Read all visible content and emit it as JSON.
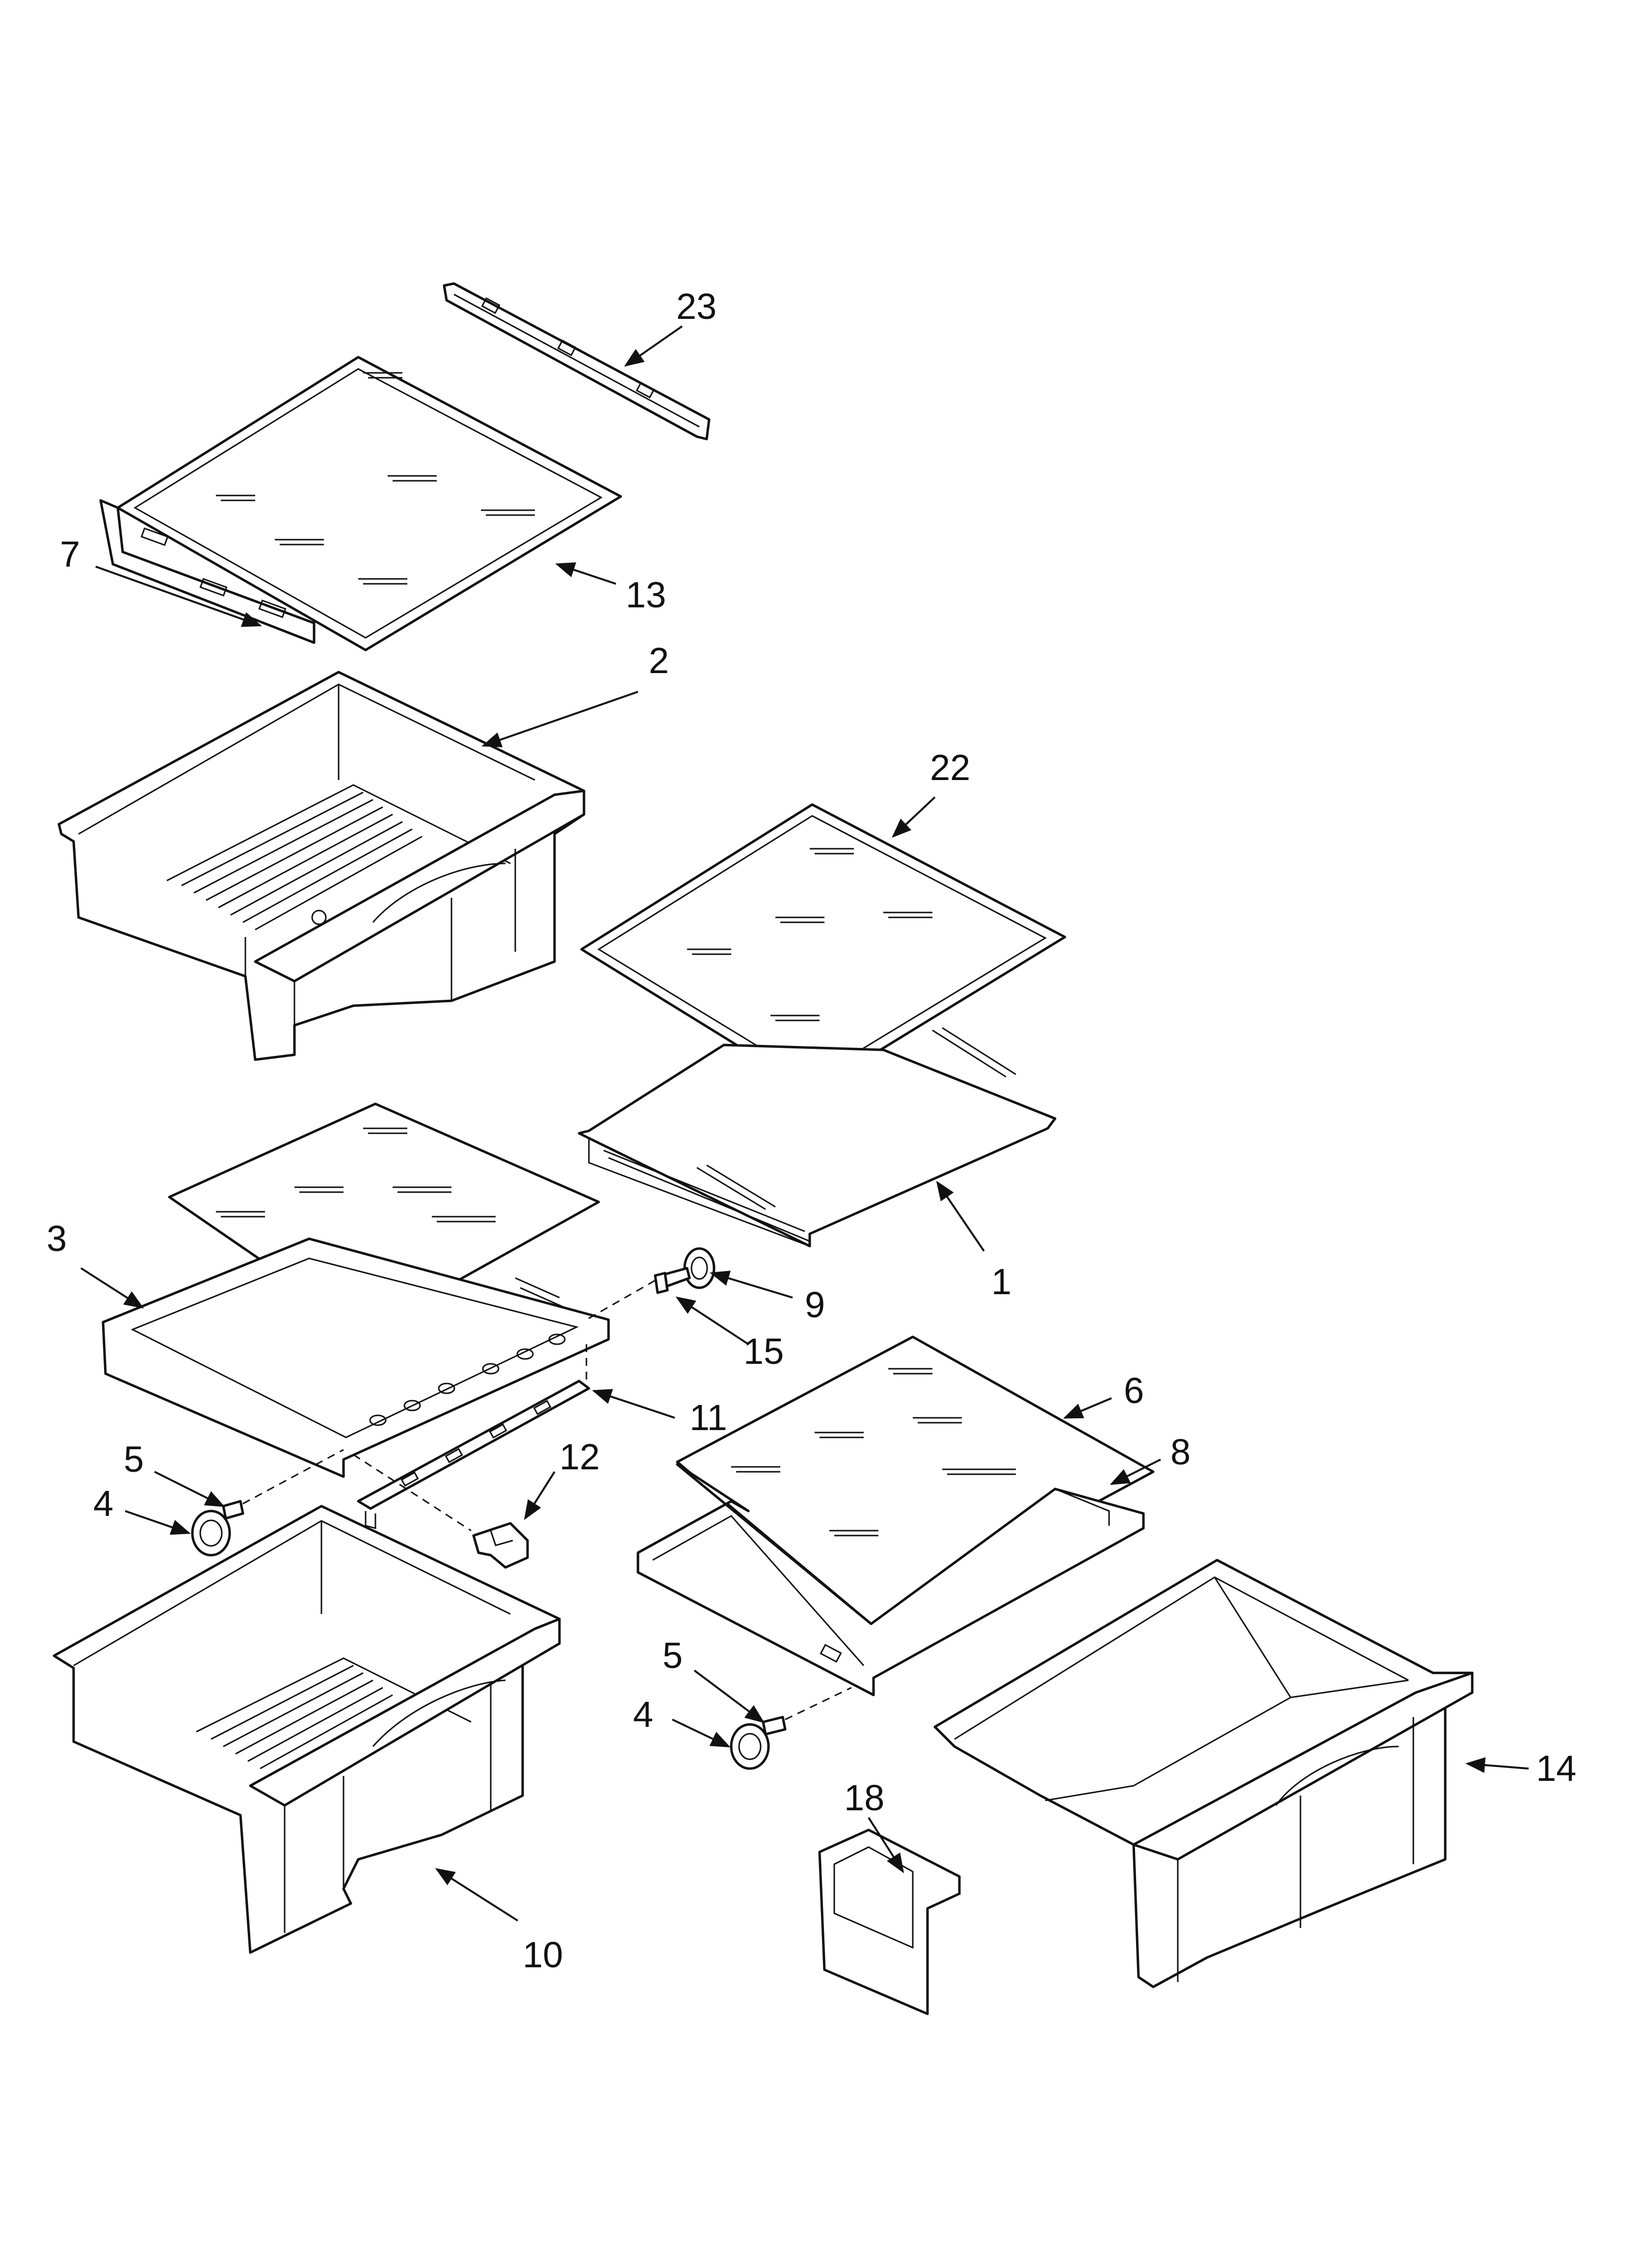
{
  "diagram": {
    "callouts": [
      {
        "id": "23",
        "label": "23",
        "part": "part-23"
      },
      {
        "id": "13",
        "label": "13",
        "part": "part-13"
      },
      {
        "id": "2",
        "label": "2",
        "part": "part-2"
      },
      {
        "id": "22",
        "label": "22",
        "part": "part-22"
      },
      {
        "id": "7",
        "label": "7",
        "part": "part-7"
      },
      {
        "id": "1",
        "label": "1",
        "part": "part-1"
      },
      {
        "id": "3",
        "label": "3",
        "part": "part-3"
      },
      {
        "id": "9",
        "label": "9",
        "part": "part-9"
      },
      {
        "id": "15",
        "label": "15",
        "part": "part-15"
      },
      {
        "id": "11",
        "label": "11",
        "part": "part-11"
      },
      {
        "id": "12",
        "label": "12",
        "part": "part-12"
      },
      {
        "id": "6",
        "label": "6",
        "part": "part-6"
      },
      {
        "id": "8",
        "label": "8",
        "part": "part-8"
      },
      {
        "id": "5a",
        "label": "5",
        "part": "part-5"
      },
      {
        "id": "4a",
        "label": "4",
        "part": "part-4"
      },
      {
        "id": "5b",
        "label": "5",
        "part": "part-5"
      },
      {
        "id": "4b",
        "label": "4",
        "part": "part-4"
      },
      {
        "id": "18",
        "label": "18",
        "part": "part-18"
      },
      {
        "id": "14",
        "label": "14",
        "part": "part-14"
      },
      {
        "id": "10",
        "label": "10",
        "part": "part-10"
      }
    ]
  },
  "colors": {
    "ink": "#111111",
    "background": "#ffffff"
  }
}
